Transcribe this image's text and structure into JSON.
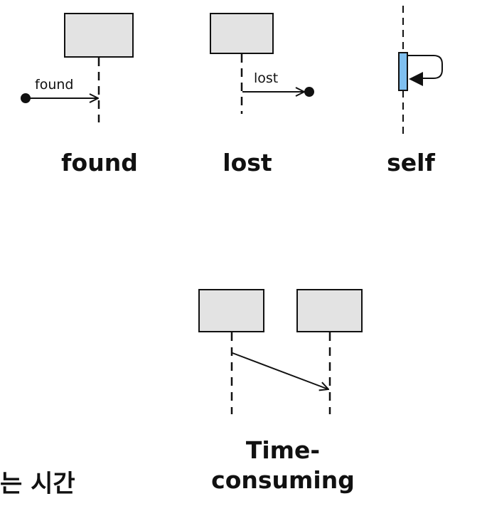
{
  "colors": {
    "box_fill": "#e3e3e3",
    "box_stroke": "#111111",
    "activation_fill": "#7fbfef",
    "line": "#111111"
  },
  "diagrams": {
    "found": {
      "message_label": "found",
      "caption": "found"
    },
    "lost": {
      "message_label": "lost",
      "caption": "lost"
    },
    "self": {
      "caption": "self"
    },
    "time_consuming": {
      "caption_line1": "Time-",
      "caption_line2": "consuming"
    }
  },
  "partial_text": "는 시간"
}
